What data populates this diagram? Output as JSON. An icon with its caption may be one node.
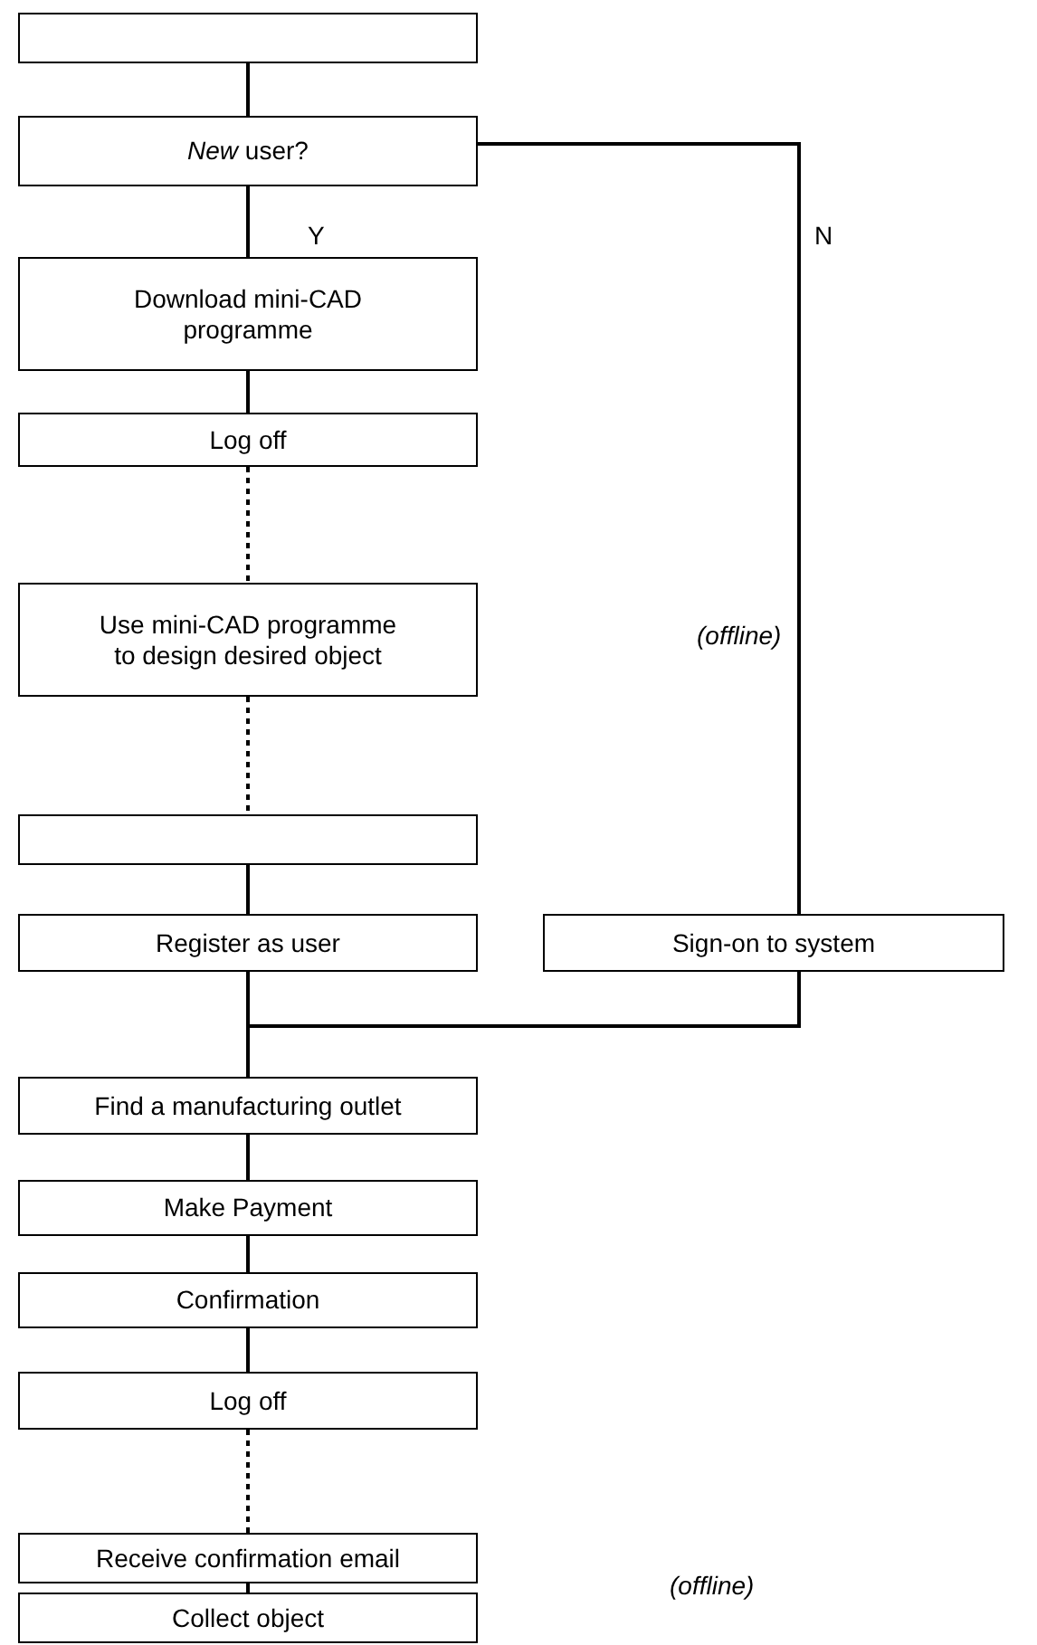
{
  "diagram": {
    "nodes": [
      {
        "text": [],
        "shape": "box"
      },
      {
        "text": [
          "*New* user?"
        ]
      },
      {
        "text": [
          "Download mini-CAD programme"
        ]
      },
      {
        "text": [
          "Log off"
        ]
      },
      {
        "text": [
          "Use mini-CAD programme to design desired object"
        ]
      },
      {
        "text": [],
        "shape": "box"
      },
      {
        "text": [
          "Register as user"
        ]
      },
      {
        "text": [
          "Sign-on to system"
        ]
      },
      {
        "text": [
          "Find a manufacturing outlet"
        ]
      },
      {
        "text": [
          "Make Payment"
        ]
      },
      {
        "text": [
          "Confirmation"
        ]
      },
      {
        "text": [
          "Log off"
        ]
      },
      {
        "text": [
          "Receive confirmation email"
        ]
      },
      {
        "text": [
          "Collect object"
        ]
      }
    ],
    "edges": [
      {
        "from": 0,
        "to": 1,
        "arrow": "none"
      },
      {
        "from": 1,
        "to": 2,
        "arrow": "none",
        "label": "Y"
      },
      {
        "from": 2,
        "to": 3,
        "arrow": "none"
      },
      {
        "from": 3,
        "to": 4,
        "arrow": "none",
        "style": "dashed"
      },
      {
        "from": 4,
        "to": 5,
        "arrow": "none",
        "style": "dashed"
      },
      {
        "from": 5,
        "to": 6,
        "arrow": "none"
      },
      {
        "from": 1,
        "to": 7,
        "arrow": "none",
        "label": "N"
      },
      {
        "from": 6,
        "to": 8,
        "arrow": "none"
      },
      {
        "from": 7,
        "to": 8,
        "arrow": "none"
      },
      {
        "from": 8,
        "to": 9,
        "arrow": "none"
      },
      {
        "from": 9,
        "to": 10,
        "arrow": "none"
      },
      {
        "from": 10,
        "to": 11,
        "arrow": "none"
      },
      {
        "from": 11,
        "to": 12,
        "arrow": "none",
        "style": "dashed"
      },
      {
        "from": 12,
        "to": 13,
        "arrow": "none"
      }
    ],
    "labels": [
      "(offline)",
      "(offline)"
    ]
  }
}
